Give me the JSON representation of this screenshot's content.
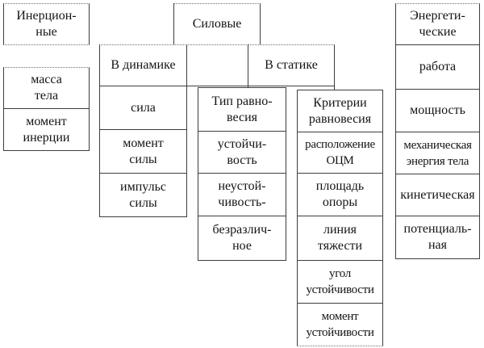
{
  "diagram": {
    "inertial": {
      "header": "Инерцион-\nные",
      "items": [
        "масса\nтела",
        "момент\nинерции"
      ]
    },
    "force": {
      "header": "Силовые",
      "dynamics": {
        "header": "В динамике",
        "items": [
          "сила",
          "момент\nсилы",
          "импульс\nсилы"
        ]
      },
      "statics": {
        "header": "В статике",
        "equilibrium_type": {
          "header": "Тип равно-\nвесия",
          "items": [
            "устойчи-\nвость",
            "неустой-\nчивость-",
            "безразлич-\nное"
          ]
        },
        "equilibrium_criteria": {
          "header": "Критерии\nравновесия",
          "items": [
            "расположение\nОЦМ",
            "площадь\nопоры",
            "линия\nтяжести",
            "угол\nустойчивости",
            "момент\nустойчивости"
          ]
        }
      }
    },
    "energy": {
      "header": "Энергети-\nческие",
      "items": [
        "работа",
        "мощность",
        "механическая\nэнергия тела",
        "кинетическая",
        "потенциаль-\nная"
      ]
    },
    "colors": {
      "border": "#3d3d3d",
      "text": "#141414",
      "background": "#ffffff"
    }
  }
}
